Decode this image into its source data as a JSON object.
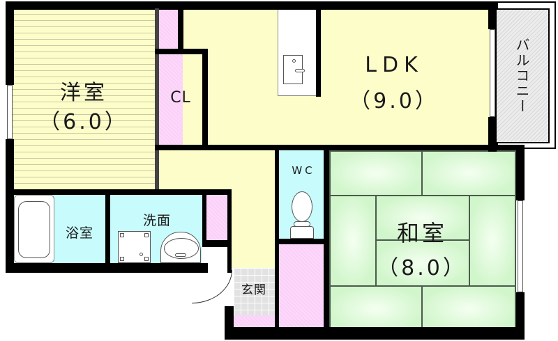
{
  "floor_plan": {
    "rooms": {
      "western_room": {
        "name": "洋室",
        "size": "（6.0）"
      },
      "closet": {
        "name": "CL"
      },
      "ldk": {
        "name": "LDK",
        "size": "（9.0）"
      },
      "balcony": {
        "name": "バルコニー"
      },
      "japanese_room": {
        "name": "和室",
        "size": "（8.0）"
      },
      "bathroom": {
        "name": "浴室"
      },
      "washroom": {
        "name": "洗面"
      },
      "toilet": {
        "name": "WC"
      },
      "entrance": {
        "name": "玄関"
      }
    },
    "colors": {
      "wall": "#000000",
      "western_floor": "#fdfdc9",
      "ldk_floor": "#fdfdc9",
      "storage": "#fbd0f9",
      "wet_area": "#c8fbfc",
      "tatami": "#d2f6cc",
      "balcony": "#e6e6e6"
    }
  }
}
